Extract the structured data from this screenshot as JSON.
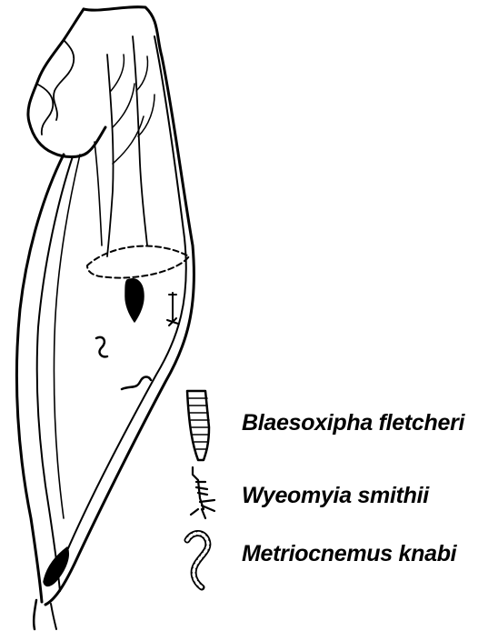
{
  "figure": {
    "subject": "pitcher plant leaf cross-section with inhabitants",
    "colors": {
      "ink": "#000000",
      "paper": "#ffffff"
    }
  },
  "legend": [
    {
      "name": "Blaesoxipha fletcheri",
      "icon": "larva-icon"
    },
    {
      "name": "Wyeomyia smithii",
      "icon": "mosquito-larva-icon"
    },
    {
      "name": "Metriocnemus knabi",
      "icon": "midge-larva-icon"
    }
  ]
}
